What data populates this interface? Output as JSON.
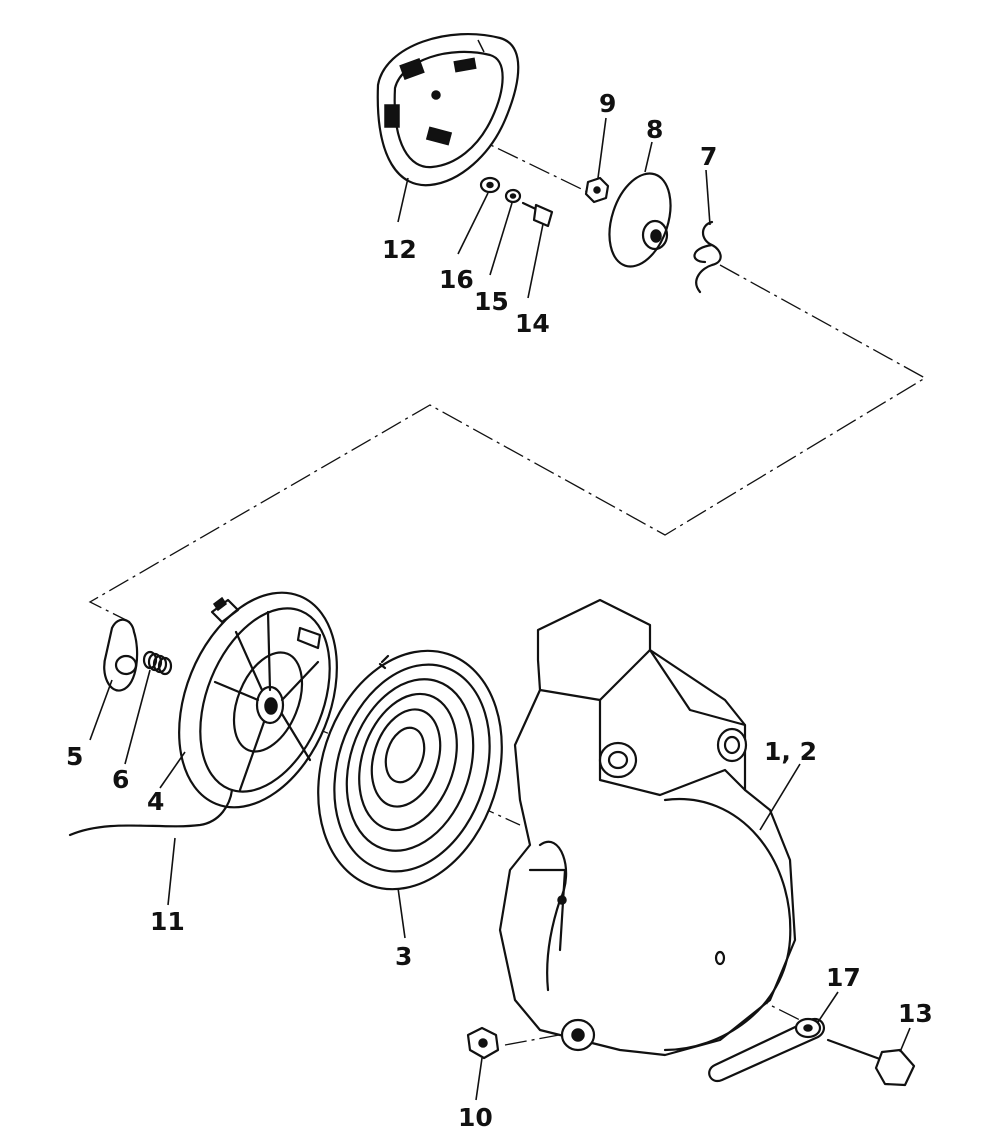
{
  "diagram": {
    "callouts": {
      "p1_2": "1, 2",
      "p3": "3",
      "p4": "4",
      "p5": "5",
      "p6": "6",
      "p7": "7",
      "p8": "8",
      "p9": "9",
      "p10": "10",
      "p11": "11",
      "p12": "12",
      "p13": "13",
      "p14": "14",
      "p15": "15",
      "p16": "16",
      "p17": "17"
    }
  }
}
